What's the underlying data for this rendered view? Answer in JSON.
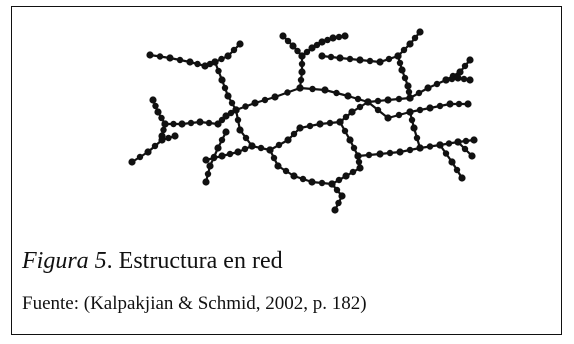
{
  "figure": {
    "label": "Figura 5",
    "title": "Estructura en red",
    "source": "Fuente: (Kalpakjian & Schmid, 2002, p. 182)"
  },
  "illustration": {
    "name": "network-structure-diagram",
    "bead_color": "#111111"
  }
}
